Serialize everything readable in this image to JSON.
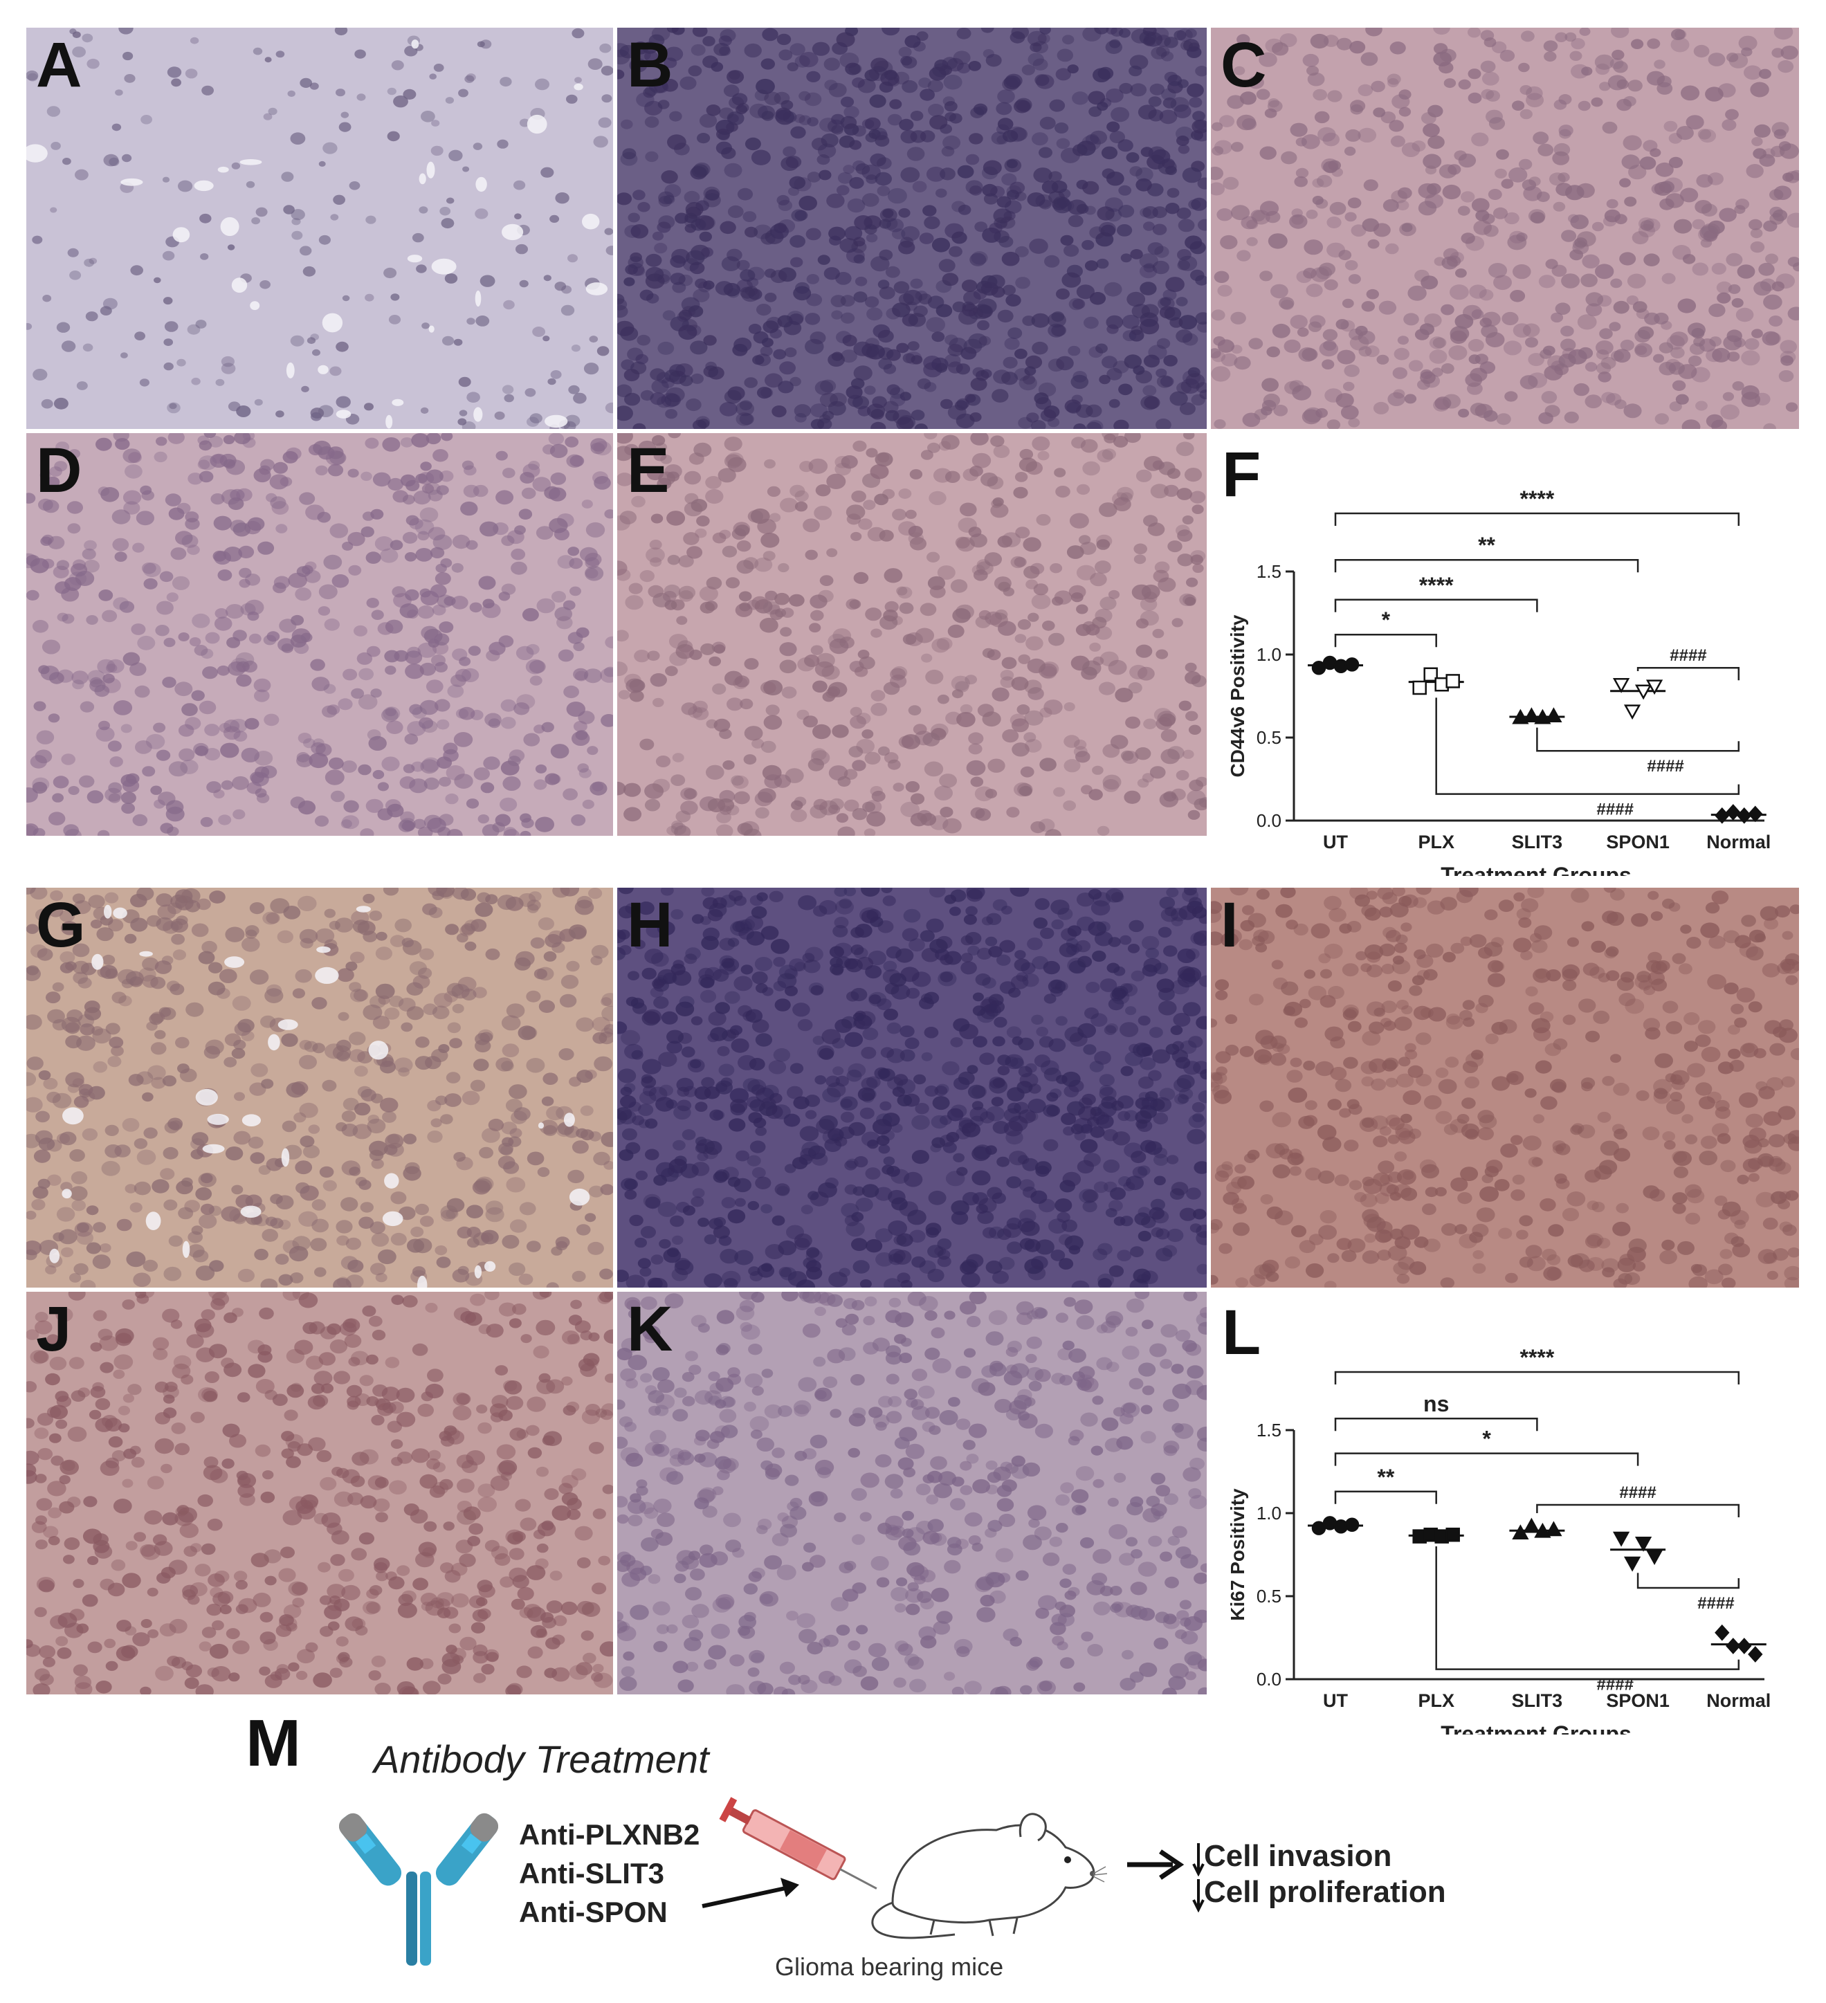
{
  "figure": {
    "panel_labels": [
      "A",
      "B",
      "C",
      "D",
      "E",
      "G",
      "H",
      "I",
      "J",
      "K"
    ],
    "tissue_colors": {
      "A": {
        "bg": "#c9c2d6",
        "cell": "#6e6384"
      },
      "B": {
        "bg": "#6b5f86",
        "cell": "#3b2f5c"
      },
      "C": {
        "bg": "#c3a2ad",
        "cell": "#8a6a80"
      },
      "D": {
        "bg": "#c6abb9",
        "cell": "#86698a"
      },
      "E": {
        "bg": "#c7a6ae",
        "cell": "#8c6a7a"
      },
      "G": {
        "bg": "#c8aa9a",
        "cell": "#8a6a70"
      },
      "H": {
        "bg": "#5e5080",
        "cell": "#33285a"
      },
      "I": {
        "bg": "#b88a84",
        "cell": "#8a5a5a"
      },
      "J": {
        "bg": "#c29e9e",
        "cell": "#8a5a62"
      },
      "K": {
        "bg": "#b3a0b4",
        "cell": "#7d6588"
      }
    }
  },
  "charts": {
    "F": {
      "label": "F"
    },
    "L": {
      "label": "L"
    }
  },
  "chart_data": [
    {
      "type": "scatter",
      "panel": "F",
      "ylabel": "CD44v6 Positivity",
      "xlabel": "Treatment Groups",
      "categories": [
        "UT",
        "PLX",
        "SLIT3",
        "SPON1",
        "Normal"
      ],
      "ylim": [
        0,
        1.5
      ],
      "yticks": [
        "0.0",
        "0.5",
        "1.0",
        "1.5"
      ],
      "markers": [
        "circle-filled",
        "square-open",
        "triangle-filled",
        "triangle-down-open",
        "diamond-filled"
      ],
      "series": [
        {
          "category": "UT",
          "values": [
            0.92,
            0.95,
            0.93,
            0.94
          ],
          "mean": 0.935
        },
        {
          "category": "PLX",
          "values": [
            0.8,
            0.88,
            0.82,
            0.84
          ],
          "mean": 0.835
        },
        {
          "category": "SLIT3",
          "values": [
            0.62,
            0.63,
            0.62,
            0.63
          ],
          "mean": 0.625
        },
        {
          "category": "SPON1",
          "values": [
            0.82,
            0.66,
            0.78,
            0.81
          ],
          "mean": 0.78
        },
        {
          "category": "Normal",
          "values": [
            0.03,
            0.05,
            0.03,
            0.04
          ],
          "mean": 0.035
        }
      ],
      "annotations": [
        {
          "text": "****",
          "from": "UT",
          "to": "Normal",
          "type": "top",
          "level": 1.85
        },
        {
          "text": "**",
          "from": "UT",
          "to": "SPON1",
          "type": "top",
          "level": 1.57
        },
        {
          "text": "****",
          "from": "UT",
          "to": "SLIT3",
          "type": "top",
          "level": 1.33
        },
        {
          "text": "*",
          "from": "UT",
          "to": "PLX",
          "type": "top",
          "level": 1.12
        },
        {
          "text": "####",
          "from": "SPON1",
          "to": "Normal",
          "type": "top",
          "level": 0.92
        },
        {
          "text": "####",
          "from": "SLIT3",
          "to": "Normal",
          "type": "bottom",
          "level": 0.42
        },
        {
          "text": "####",
          "from": "PLX",
          "to": "Normal",
          "type": "bottom",
          "level": 0.16
        }
      ]
    },
    {
      "type": "scatter",
      "panel": "L",
      "ylabel": "Ki67 Positivity",
      "xlabel": "Treatment Groups",
      "categories": [
        "UT",
        "PLX",
        "SLIT3",
        "SPON1",
        "Normal"
      ],
      "ylim": [
        0,
        1.5
      ],
      "yticks": [
        "0.0",
        "0.5",
        "1.0",
        "1.5"
      ],
      "markers": [
        "circle-filled",
        "square-filled",
        "triangle-filled",
        "triangle-down-filled",
        "diamond-filled"
      ],
      "series": [
        {
          "category": "UT",
          "values": [
            0.91,
            0.94,
            0.92,
            0.93
          ],
          "mean": 0.925
        },
        {
          "category": "PLX",
          "values": [
            0.86,
            0.87,
            0.86,
            0.87
          ],
          "mean": 0.865
        },
        {
          "category": "SLIT3",
          "values": [
            0.88,
            0.92,
            0.89,
            0.9
          ],
          "mean": 0.895
        },
        {
          "category": "SPON1",
          "values": [
            0.85,
            0.7,
            0.82,
            0.74
          ],
          "mean": 0.78
        },
        {
          "category": "Normal",
          "values": [
            0.28,
            0.2,
            0.2,
            0.15
          ],
          "mean": 0.21
        }
      ],
      "annotations": [
        {
          "text": "****",
          "from": "UT",
          "to": "Normal",
          "type": "top",
          "level": 1.85
        },
        {
          "text": "ns",
          "from": "UT",
          "to": "SLIT3",
          "type": "top",
          "level": 1.57
        },
        {
          "text": "*",
          "from": "UT",
          "to": "SPON1",
          "type": "top",
          "level": 1.36
        },
        {
          "text": "**",
          "from": "UT",
          "to": "PLX",
          "type": "top",
          "level": 1.13
        },
        {
          "text": "####",
          "from": "SLIT3",
          "to": "Normal",
          "type": "top",
          "level": 1.05
        },
        {
          "text": "####",
          "from": "SPON1",
          "to": "Normal",
          "type": "bottom",
          "level": 0.55
        },
        {
          "text": "####",
          "from": "PLX",
          "to": "Normal",
          "type": "bottom",
          "level": 0.06
        }
      ]
    }
  ],
  "schematic": {
    "label": "M",
    "title": "Antibody Treatment",
    "antibodies": [
      "Anti-PLXNB2",
      "Anti-SLIT3",
      "Anti-SPON"
    ],
    "outcomes": [
      "Cell invasion",
      "Cell proliferation"
    ],
    "caption": "Glioma bearing mice",
    "colors": {
      "antibody": "#3aa3c8",
      "antibody_dark": "#2a7fa3",
      "arm_tip": "#8a8a8a",
      "highlight": "#49c3ef",
      "syringe": "#e37e7e",
      "plunger": "#c44"
    }
  }
}
